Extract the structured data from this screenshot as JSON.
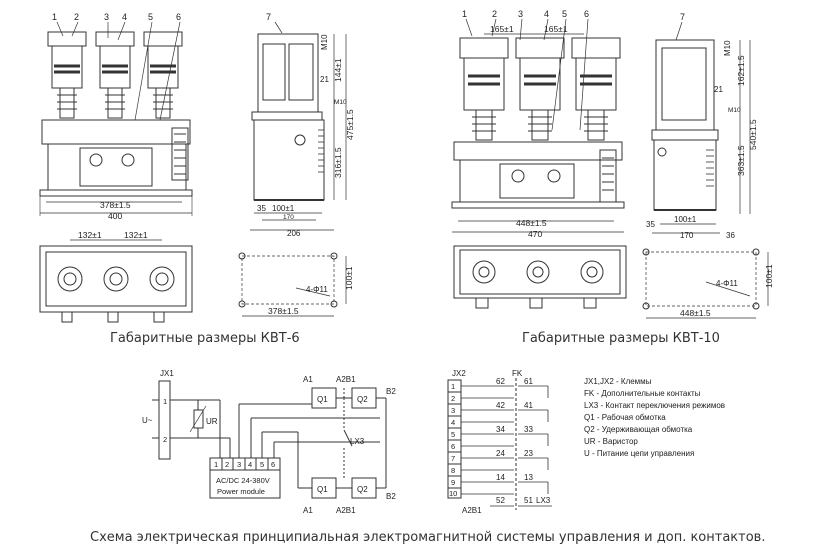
{
  "caption_kvt6": "Габаритные размеры КВТ-6",
  "caption_kvt10": "Габаритные размеры КВТ-10",
  "caption_schematic": "Схема электрическая принципиальная электромагнитной системы управления и доп. контактов.",
  "kvt6": {
    "callouts": [
      "1",
      "2",
      "3",
      "4",
      "5",
      "6",
      "7"
    ],
    "dim_width_pitch": "378±1.5",
    "dim_width_total": "400",
    "dim_top_144": "144±1",
    "dim_m10": "M10",
    "dim_21": "21",
    "dim_m10_side": "M10",
    "dim_316": "316±1.5",
    "dim_475": "475±1.5",
    "dim_35": "35",
    "dim_100": "100±1",
    "dim_170": "170",
    "dim_206": "206",
    "dim_pitch_a": "132±1",
    "dim_pitch_b": "132±1",
    "dim_holes": "4-Φ11",
    "dim_base_100": "100±1",
    "dim_base_378": "378±1.5"
  },
  "kvt10": {
    "callouts": [
      "1",
      "2",
      "3",
      "4",
      "5",
      "6",
      "7"
    ],
    "dim_pitch_a": "165±1",
    "dim_pitch_b": "165±1",
    "dim_width_pitch": "448±1.5",
    "dim_width_total": "470",
    "dim_m10": "M10",
    "dim_162": "162±1.5",
    "dim_21": "21",
    "dim_m10_side": "M10",
    "dim_363": "363±1.5",
    "dim_540": "540±1.5",
    "dim_35": "35",
    "dim_100": "100±1",
    "dim_170": "170",
    "dim_36": "36",
    "dim_holes": "4-Φ11",
    "dim_base_100": "100±1",
    "dim_base_448": "448±1.5"
  },
  "schematic": {
    "jx1": "JX1",
    "u_label": "U~",
    "terminal_1": "1",
    "terminal_2": "2",
    "varistor": "UR",
    "module_pins": [
      "1",
      "2",
      "3",
      "4",
      "5",
      "6"
    ],
    "module_line1": "AC/DC 24-380V",
    "module_line2": "Power module",
    "a1_top": "A1",
    "a2b1_top": "A2B1",
    "b2_top": "B2",
    "q1_top": "Q1",
    "q2_top": "Q2",
    "lx3": "LX3",
    "q1_bottom": "Q1",
    "q2_bottom": "Q2",
    "a1_bottom": "A1",
    "a2b1_bottom": "A2B1",
    "b2_bottom": "B2"
  },
  "contacts": {
    "jx2": "JX2",
    "fk": "FK",
    "rows": [
      "1",
      "2",
      "3",
      "4",
      "5",
      "6",
      "7",
      "8",
      "9",
      "10"
    ],
    "pairs": [
      {
        "left": "62",
        "right": "61"
      },
      {
        "left": "42",
        "right": "41"
      },
      {
        "left": "34",
        "right": "33"
      },
      {
        "left": "24",
        "right": "23"
      },
      {
        "left": "14",
        "right": "13"
      },
      {
        "left": "52",
        "right": "51"
      }
    ],
    "lx3": "LX3",
    "a2b1": "A2B1"
  },
  "legend": [
    "JX1,JX2 - Клеммы",
    "FK - Дополнительные контакты",
    "LX3 - Контакт переключения режимов",
    "Q1 - Рабочая обмотка",
    "Q2 - Удерживающая обмотка",
    "UR - Варистор",
    "U - Питание цепи управления"
  ]
}
